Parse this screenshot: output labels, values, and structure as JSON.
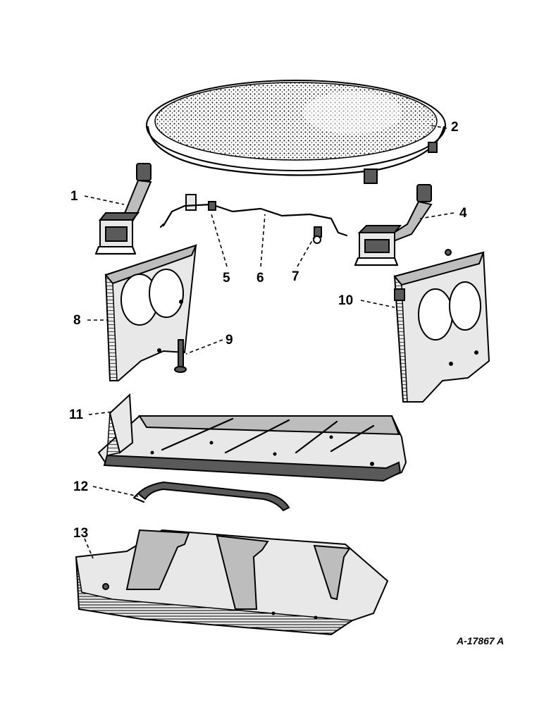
{
  "callouts": {
    "c1": "1",
    "c2": "2",
    "c4": "4",
    "c5": "5",
    "c6": "6",
    "c7": "7",
    "c8": "8",
    "c9": "9",
    "c10": "10",
    "c11": "11",
    "c12": "12",
    "c13": "13"
  },
  "drawing_number": "A-17867 A",
  "colors": {
    "ink": "#000000",
    "paper": "#ffffff"
  }
}
